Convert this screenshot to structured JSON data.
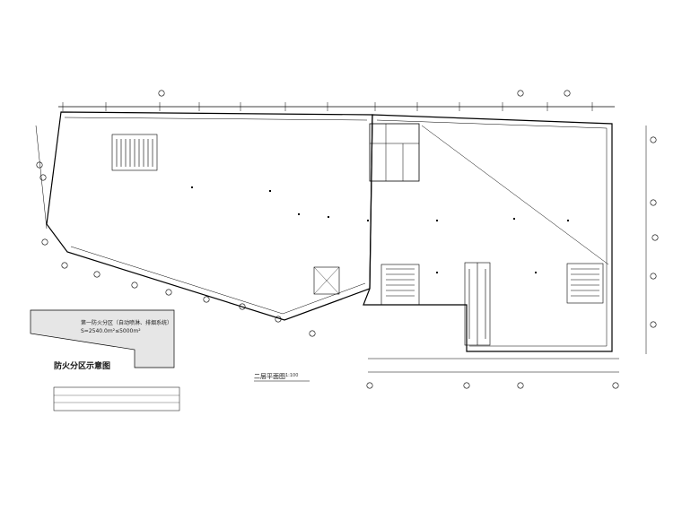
{
  "drawing": {
    "plan_title": "二层平面图",
    "plan_scale": "1:100",
    "plan_subtitle": "",
    "fire_zone_title": "防火分区示意图",
    "fire_zone_note_lines": [
      "第一防火分区（自动喷淋、排烟系统）",
      "S=2540.0m²≤5000m²"
    ],
    "room_left_label": "",
    "room_left_area": "",
    "room_right_label": "",
    "room_right_area": "",
    "note_lines": [
      "",
      "",
      "",
      ""
    ]
  }
}
